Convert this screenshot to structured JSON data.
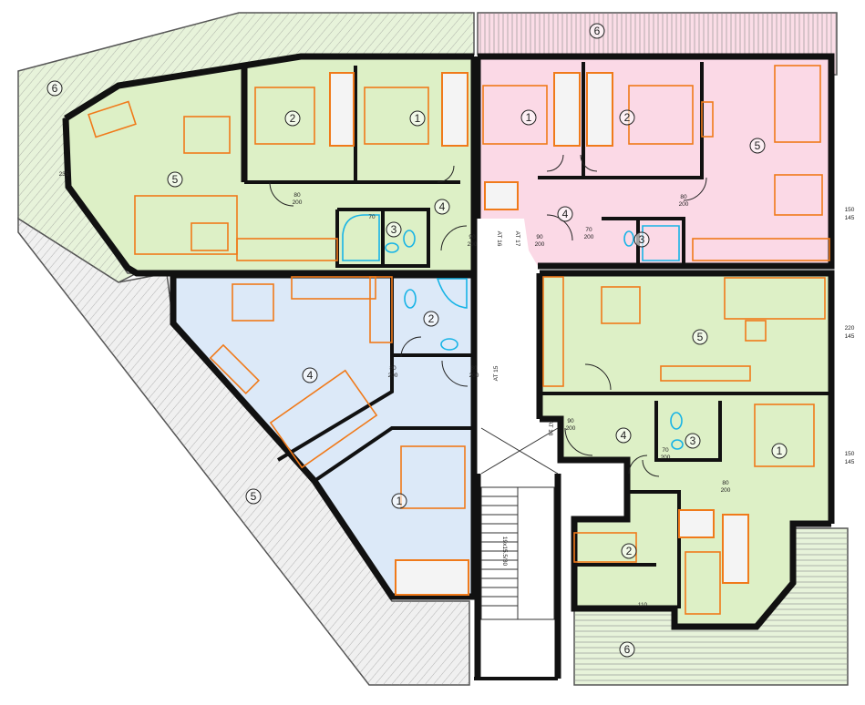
{
  "colors": {
    "apartment_green": "#ddf0c6",
    "apartment_pink": "#fbd9e6",
    "apartment_blue": "#dce9f8",
    "terrace_green": "#e7f3da",
    "terrace_pink": "#fbdde7",
    "terrace_grey": "#f0f0f0",
    "furniture_orange": "#f07a1a",
    "sanitary_cyan": "#18b4e6",
    "wall": "#111111"
  },
  "rooms": {
    "nw": {
      "r1": "1",
      "r2": "2",
      "r3": "3",
      "r4": "4",
      "r5": "5",
      "terrace": "6"
    },
    "ne": {
      "r1": "1",
      "r2": "2",
      "r3": "3",
      "r4": "4",
      "r5": "5",
      "terrace": "6"
    },
    "w": {
      "r1": "1",
      "r2": "2",
      "r4": "4",
      "terrace": "5"
    },
    "e": {
      "r5": "5"
    },
    "se": {
      "r1": "1",
      "r2": "2",
      "r3": "3",
      "r4": "4",
      "terrace": "6"
    }
  },
  "dimensions": {
    "door_80_200": "80\n200",
    "d80": "80",
    "d200": "200",
    "d70": "70",
    "d90": "90",
    "d110": "110",
    "d150": "150",
    "d145": "145",
    "d220": "220",
    "d235": "235",
    "stair_label": "19x15.5/30",
    "at15": "AT 15",
    "at16": "AT 16",
    "at17": "AT 17",
    "at18": "AT 18"
  }
}
